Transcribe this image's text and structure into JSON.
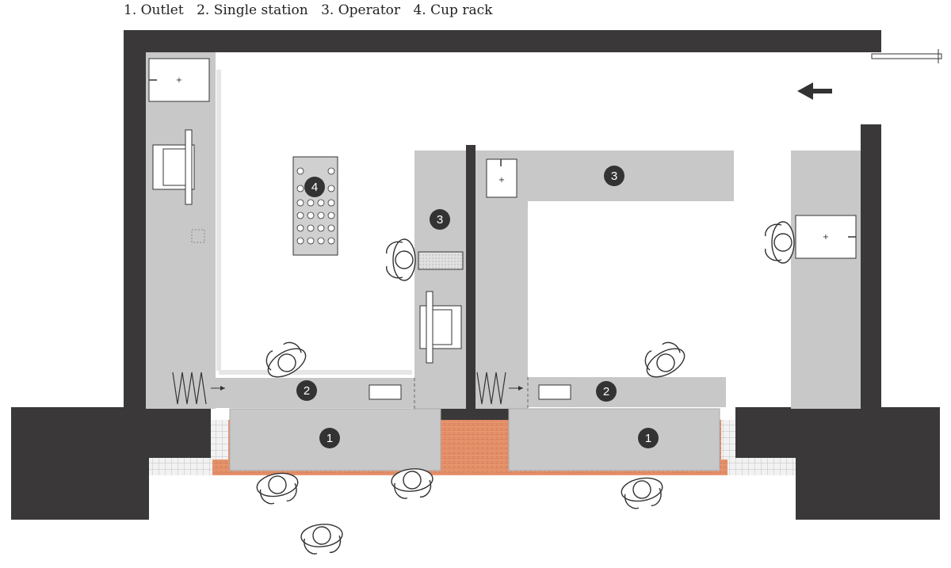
{
  "legend": {
    "items": [
      "1. Outlet",
      "2. Single station",
      "3. Operator",
      "4. Cup rack"
    ]
  },
  "markers": {
    "outlet": "1",
    "single_station": "2",
    "operator": "3",
    "cup_rack": "4"
  },
  "colors": {
    "wall": "#3a3838",
    "counter": "#c8c8c8",
    "counter_dark": "#b7b7b7",
    "brick": "#e8956e",
    "marker": "#333333",
    "floor": "#ffffff"
  },
  "icons": [
    "entrance-arrow-icon",
    "person-icon",
    "sink-icon",
    "cup-rack-icon",
    "door-icon"
  ]
}
